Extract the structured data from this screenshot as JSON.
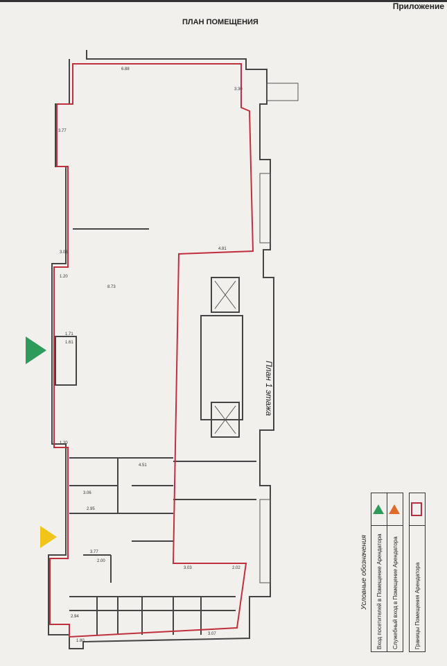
{
  "header": {
    "appendix": "Приложение",
    "title": "ПЛАН ПОМЕЩЕНИЯ"
  },
  "plan": {
    "floor_label": "План 1 этажа",
    "dimensions": [
      "6.88",
      "3.30",
      "3.77",
      "3.06",
      "1.20",
      "4.81",
      "8.73",
      "1.71",
      "1.61",
      "4.51",
      "3.06",
      "2.95",
      "3.77",
      "2.00",
      "1.80",
      "2.94",
      "3.07",
      "1.20",
      "3.03",
      "2.02"
    ],
    "entrance_colors": {
      "visitor": "#2e9b5b",
      "service": "#f0c419",
      "boundary": "#c0303c"
    }
  },
  "legend": {
    "title": "Условные обозначения",
    "items": [
      {
        "label": "Вход посетителей в Помещение Арендатора",
        "symbol": "green-triangle",
        "color": "#2e9b5b"
      },
      {
        "label": "Служебный вход в Помещение Арендатора",
        "symbol": "orange-triangle",
        "color": "#e06a2a"
      },
      {
        "label": "Границы Помещения Арендатора",
        "symbol": "red-rectangle",
        "color": "#b03040"
      }
    ]
  }
}
